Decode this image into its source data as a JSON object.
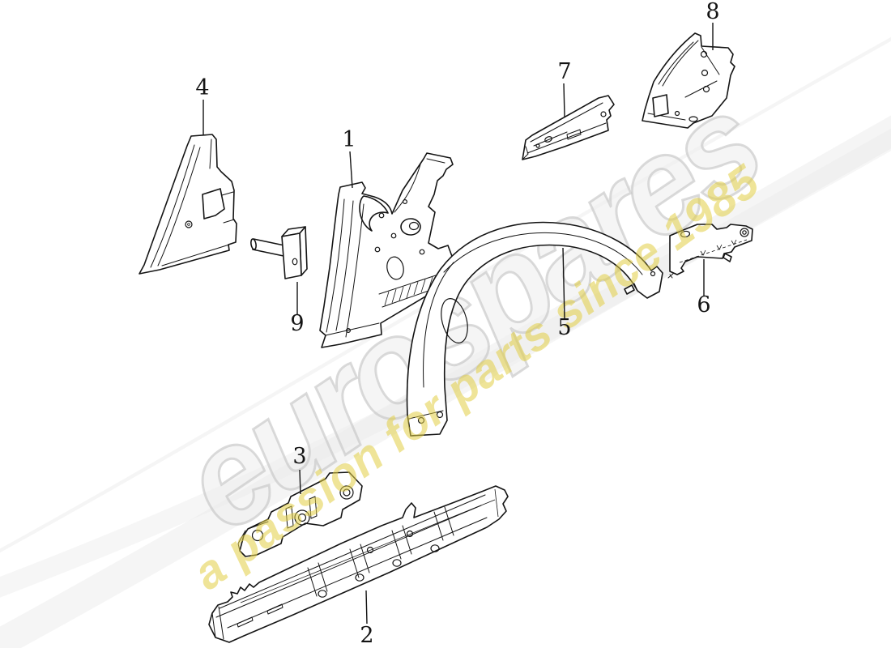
{
  "diagram": {
    "type": "car-body-parts-diagram",
    "background_color": "#ffffff",
    "line_color": "#141414",
    "watermark": {
      "brand": "eurospares",
      "tagline": "a passion for parts since 1985",
      "brand_color": "#d9d9d9",
      "tagline_color": "#ede08a",
      "swoosh_color": "#ececec"
    },
    "callouts": [
      {
        "number": "1"
      },
      {
        "number": "2"
      },
      {
        "number": "3"
      },
      {
        "number": "4"
      },
      {
        "number": "5"
      },
      {
        "number": "6"
      },
      {
        "number": "7"
      },
      {
        "number": "8"
      },
      {
        "number": "9"
      }
    ]
  }
}
